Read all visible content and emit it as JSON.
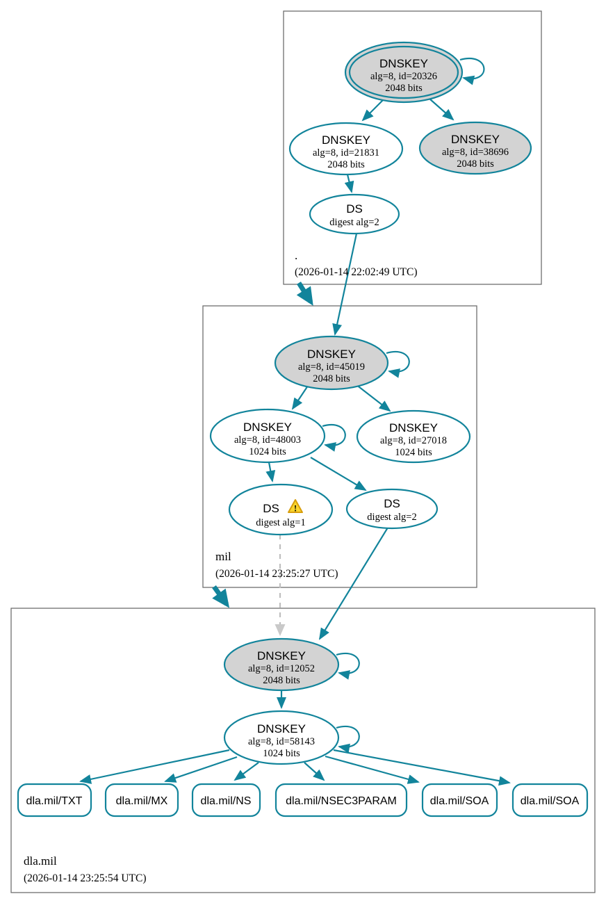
{
  "colors": {
    "edge_secure": "#12849B",
    "node_border": "#12849B",
    "ksk_fill": "#D3D3D3",
    "node_fill": "#FFFFFF",
    "insecure_edge": "#BFBFBF",
    "warning_fill": "#F9D42D",
    "warning_border": "#D89E0C",
    "zone_box_border": "#6E6E6E"
  },
  "zones": {
    "root": {
      "label": ".",
      "timestamp": "(2026-01-14 22:02:49 UTC)",
      "nodes": {
        "ksk": {
          "title": "DNSKEY",
          "detail1": "alg=8, id=20326",
          "detail2": "2048 bits"
        },
        "zsk": {
          "title": "DNSKEY",
          "detail1": "alg=8, id=21831",
          "detail2": "2048 bits"
        },
        "key2": {
          "title": "DNSKEY",
          "detail1": "alg=8, id=38696",
          "detail2": "2048 bits"
        },
        "ds": {
          "title": "DS",
          "detail1": "digest alg=2"
        }
      }
    },
    "mil": {
      "label": "mil",
      "timestamp": "(2026-01-14 23:25:27 UTC)",
      "nodes": {
        "ksk": {
          "title": "DNSKEY",
          "detail1": "alg=8, id=45019",
          "detail2": "2048 bits"
        },
        "zsk": {
          "title": "DNSKEY",
          "detail1": "alg=8, id=48003",
          "detail2": "1024 bits"
        },
        "key2": {
          "title": "DNSKEY",
          "detail1": "alg=8, id=27018",
          "detail2": "1024 bits"
        },
        "ds1": {
          "title": "DS",
          "detail1": "digest alg=1",
          "warning": "!"
        },
        "ds2": {
          "title": "DS",
          "detail1": "digest alg=2"
        }
      }
    },
    "dla_mil": {
      "label": "dla.mil",
      "timestamp": "(2026-01-14 23:25:54 UTC)",
      "nodes": {
        "ksk": {
          "title": "DNSKEY",
          "detail1": "alg=8, id=12052",
          "detail2": "2048 bits"
        },
        "zsk": {
          "title": "DNSKEY",
          "detail1": "alg=8, id=58143",
          "detail2": "1024 bits"
        }
      },
      "rrsets": [
        {
          "label": "dla.mil/TXT"
        },
        {
          "label": "dla.mil/MX"
        },
        {
          "label": "dla.mil/NS"
        },
        {
          "label": "dla.mil/NSEC3PARAM"
        },
        {
          "label": "dla.mil/SOA"
        },
        {
          "label": "dla.mil/SOA"
        }
      ]
    }
  }
}
